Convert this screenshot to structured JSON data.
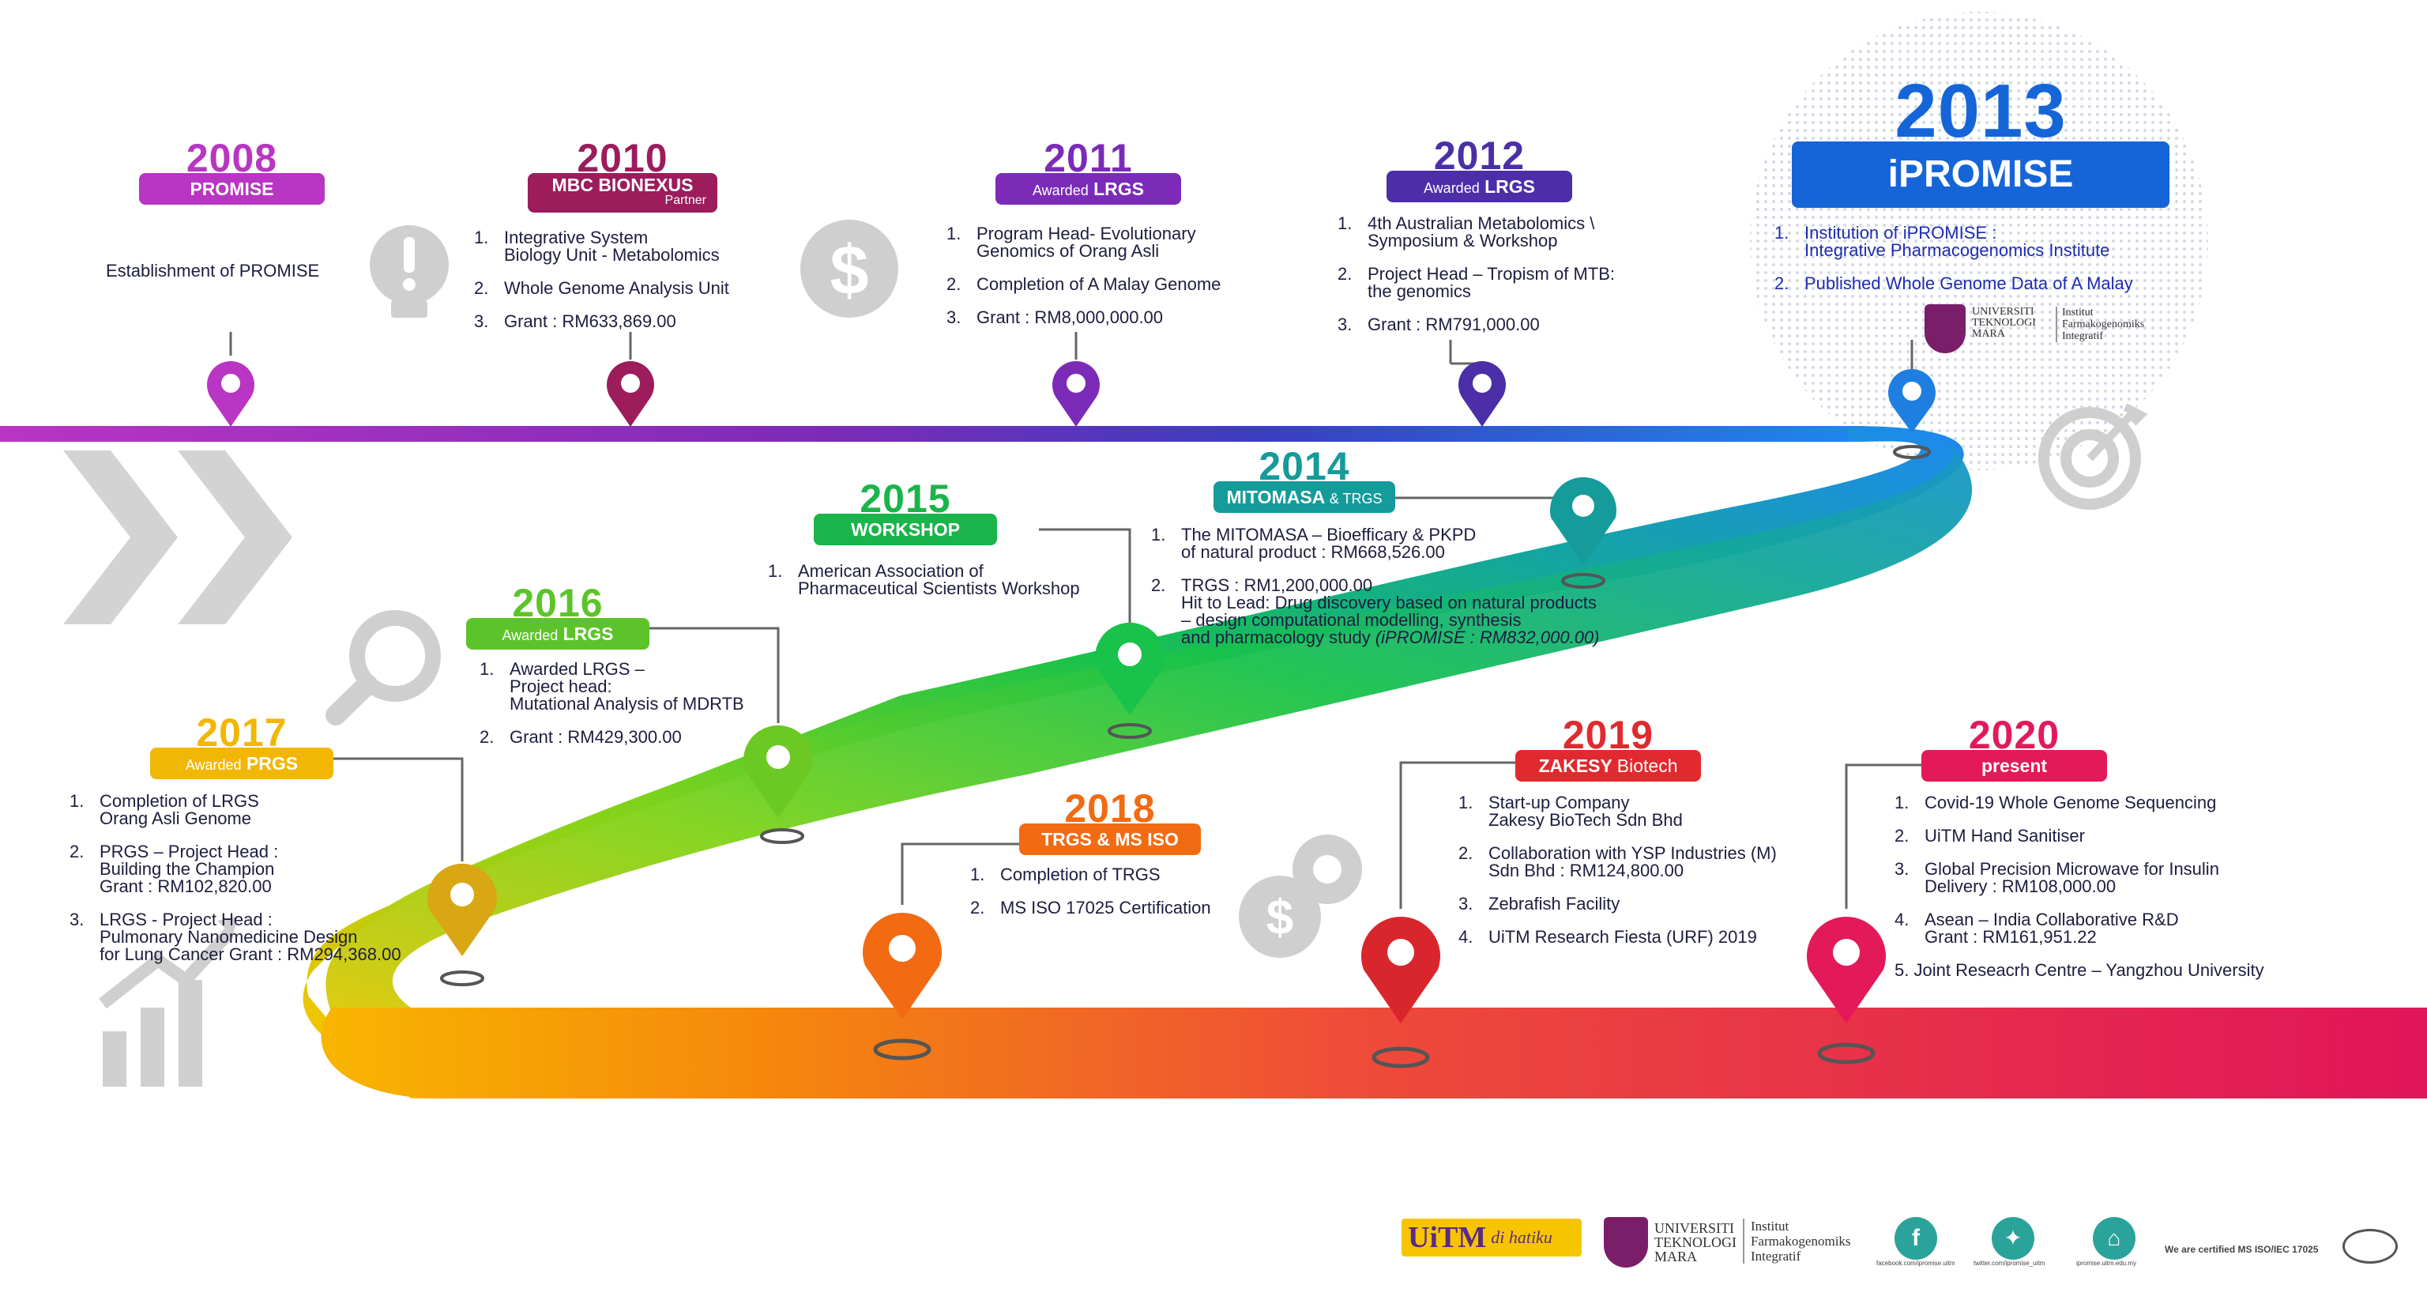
{
  "milestones": {
    "m2008": {
      "year": "2008",
      "tag": "PROMISE",
      "text": "Establishment of PROMISE",
      "color": "#b935c3"
    },
    "m2010": {
      "year": "2010",
      "tag": "MBC BIONEXUS",
      "tag_sub": "Partner",
      "color": "#9c1c5c",
      "items": [
        {
          "n": "1.",
          "t": "Integrative System\nBiology Unit - Metabolomics"
        },
        {
          "n": "2.",
          "t": "Whole Genome Analysis Unit"
        },
        {
          "n": "3.",
          "t": "Grant : RM633,869.00"
        }
      ]
    },
    "m2011": {
      "year": "2011",
      "tag_pre": "Awarded",
      "tag": "LRGS",
      "color": "#7b2bb8",
      "items": [
        {
          "n": "1.",
          "t": "Program Head- Evolutionary\nGenomics of Orang Asli"
        },
        {
          "n": "2.",
          "t": "Completion of A Malay Genome"
        },
        {
          "n": "3.",
          "t": "Grant : RM8,000,000.00"
        }
      ]
    },
    "m2012": {
      "year": "2012",
      "tag_pre": "Awarded",
      "tag": "LRGS",
      "color": "#4b2ea8",
      "items": [
        {
          "n": "1.",
          "t": "4th Australian Metabolomics \\\nSymposium & Workshop"
        },
        {
          "n": "2.",
          "t": "Project Head – Tropism of MTB:\nthe genomics"
        },
        {
          "n": "3.",
          "t": "Grant : RM791,000.00"
        }
      ]
    },
    "m2013": {
      "year": "2013",
      "tag": "iPROMISE",
      "color": "#1565d8",
      "items": [
        {
          "n": "1.",
          "t": "Institution of iPROMISE :\n Integrative Pharmacogenomics Institute"
        },
        {
          "n": "2.",
          "t": "Published Whole Genome Data of A Malay"
        }
      ],
      "logo_text_1": "UNIVERSITI\nTEKNOLOGI\nMARA",
      "logo_text_2": "Institut\nFarmakogenomiks\nIntegratif"
    },
    "m2014": {
      "year": "2014",
      "tag": "MITOMASA",
      "tag_amp": "& TRGS",
      "color": "#149b9a",
      "items": [
        {
          "n": "1.",
          "t": "The MITOMASA – Bioefficary & PKPD\n of natural product : RM668,526.00"
        },
        {
          "n": "2.",
          "t": "TRGS : RM1,200,000.00\nHit to Lead: Drug discovery based on natural products\n– design computational modelling, synthesis\n   and pharmacology study",
          "note": "(iPROMISE : RM832,000.00)"
        }
      ]
    },
    "m2015": {
      "year": "2015",
      "tag": "WORKSHOP",
      "color": "#19b54a",
      "items": [
        {
          "n": "1.",
          "t": "American Association of\nPharmaceutical Scientists Workshop"
        }
      ]
    },
    "m2016": {
      "year": "2016",
      "tag_pre": "Awarded",
      "tag": "LRGS",
      "color": "#5cc42a",
      "items": [
        {
          "n": "1.",
          "t": "Awarded LRGS –\nProject head:\nMutational Analysis of MDRTB"
        },
        {
          "n": "2.",
          "t": "Grant : RM429,300.00"
        }
      ]
    },
    "m2017": {
      "year": "2017",
      "tag_pre": "Awarded",
      "tag": "PRGS",
      "color": "#f2b705",
      "items": [
        {
          "n": "1.",
          "t": "Completion of LRGS\n Orang Asli Genome"
        },
        {
          "n": "2.",
          "t": "PRGS – Project Head :\nBuilding the Champion\nGrant : RM102,820.00"
        },
        {
          "n": "3.",
          "t": "LRGS - Project Head :\nPulmonary Nanomedicine Design\nfor Lung Cancer Grant : RM294,368.00"
        }
      ]
    },
    "m2018": {
      "year": "2018",
      "tag": "TRGS & MS ISO",
      "color": "#f26a12",
      "items": [
        {
          "n": "1.",
          "t": "Completion of TRGS"
        },
        {
          "n": "2.",
          "t": "MS ISO 17025 Certification"
        }
      ]
    },
    "m2019": {
      "year": "2019",
      "tag": "ZAKESY",
      "tag_post": "Biotech",
      "color": "#e02a2f",
      "items": [
        {
          "n": "1.",
          "t": "Start-up Company\nZakesy BioTech Sdn Bhd"
        },
        {
          "n": "2.",
          "t": "Collaboration with YSP Industries (M)\nSdn Bhd : RM124,800.00"
        },
        {
          "n": "3.",
          "t": "Zebrafish Facility"
        },
        {
          "n": "4.",
          "t": "UiTM Research Fiesta (URF) 2019"
        }
      ]
    },
    "m2020": {
      "year": "2020",
      "tag": "present",
      "color": "#e3195a",
      "items": [
        {
          "n": "1.",
          "t": "Covid-19 Whole Genome Sequencing"
        },
        {
          "n": "2.",
          "t": "UiTM Hand Sanitiser"
        },
        {
          "n": "3.",
          "t": "Global Precision Microwave for Insulin\nDelivery : RM108,000.00"
        },
        {
          "n": "4.",
          "t": "Asean – India Collaborative R&D\nGrant : RM161,951.22"
        },
        {
          "n": "5.",
          "t": "Joint Reseacrh Centre – Yangzhou University"
        }
      ]
    }
  },
  "footer": {
    "uitm_logo": "UiTM",
    "uitm_slogan": "di hatiku",
    "uni_name": "UNIVERSITI\nTEKNOLOGI\nMARA",
    "inst_name": "Institut\nFarmakogenomiks\nIntegratif",
    "social": [
      {
        "icon": "facebook-icon",
        "caption": "facebook.com/ipromise.uitm"
      },
      {
        "icon": "twitter-icon",
        "caption": "twitter.com/ipromise_uitm"
      },
      {
        "icon": "home-icon",
        "caption": "ipromise.uitm.edu.my"
      }
    ],
    "cert_text": "We are certified MS ISO/IEC 17025"
  }
}
